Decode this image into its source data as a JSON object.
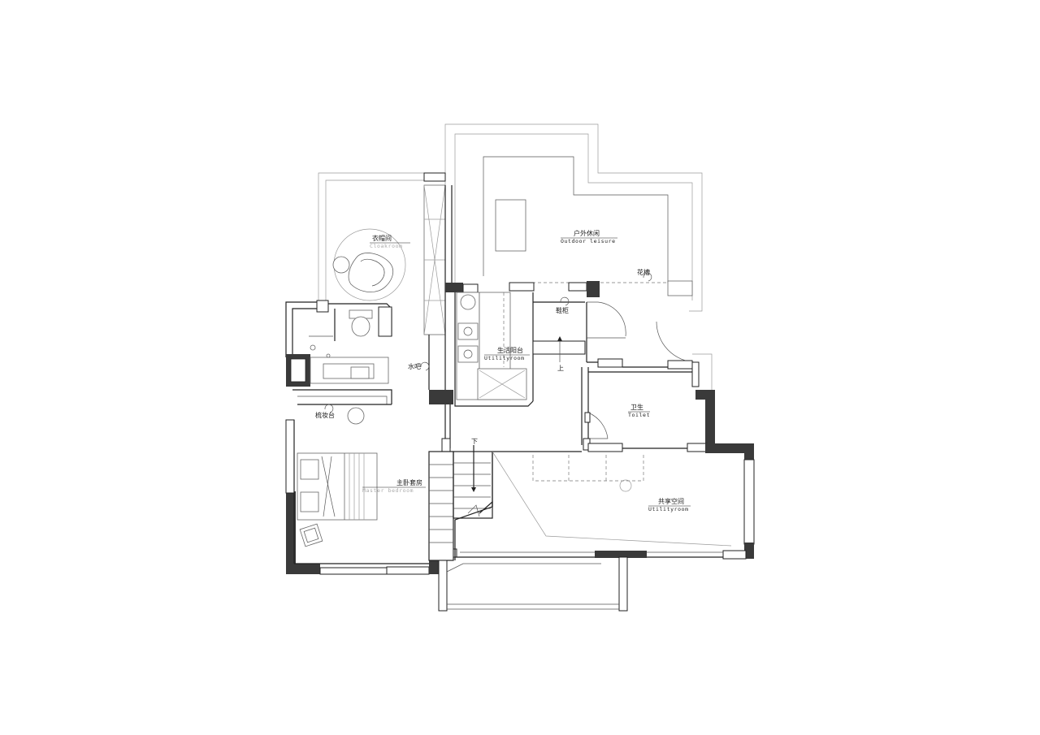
{
  "rooms": {
    "cloakroom": {
      "cn": "衣帽间",
      "en": "Cloakroom"
    },
    "outdoor_leisure": {
      "cn": "户外休闲",
      "en": "Outdoor leisure"
    },
    "utility_balcony": {
      "cn": "生活阳台",
      "en": "Utilityroom"
    },
    "toilet": {
      "cn": "卫生",
      "en": "Toilet"
    },
    "master_bedroom": {
      "cn": "主卧套房",
      "en": "Master bedroom"
    },
    "shared_space": {
      "cn": "共享空间",
      "en": "Utilityroom"
    }
  },
  "annotations": {
    "water_bar": "水吧",
    "vanity": "梳妆台",
    "shoe_cabinet": "鞋柜",
    "up_stair": "上",
    "down_stair": "下",
    "planter": "花槽"
  },
  "colors": {
    "wall": "#3a3a3a",
    "line": "#222222",
    "background": "#ffffff"
  }
}
